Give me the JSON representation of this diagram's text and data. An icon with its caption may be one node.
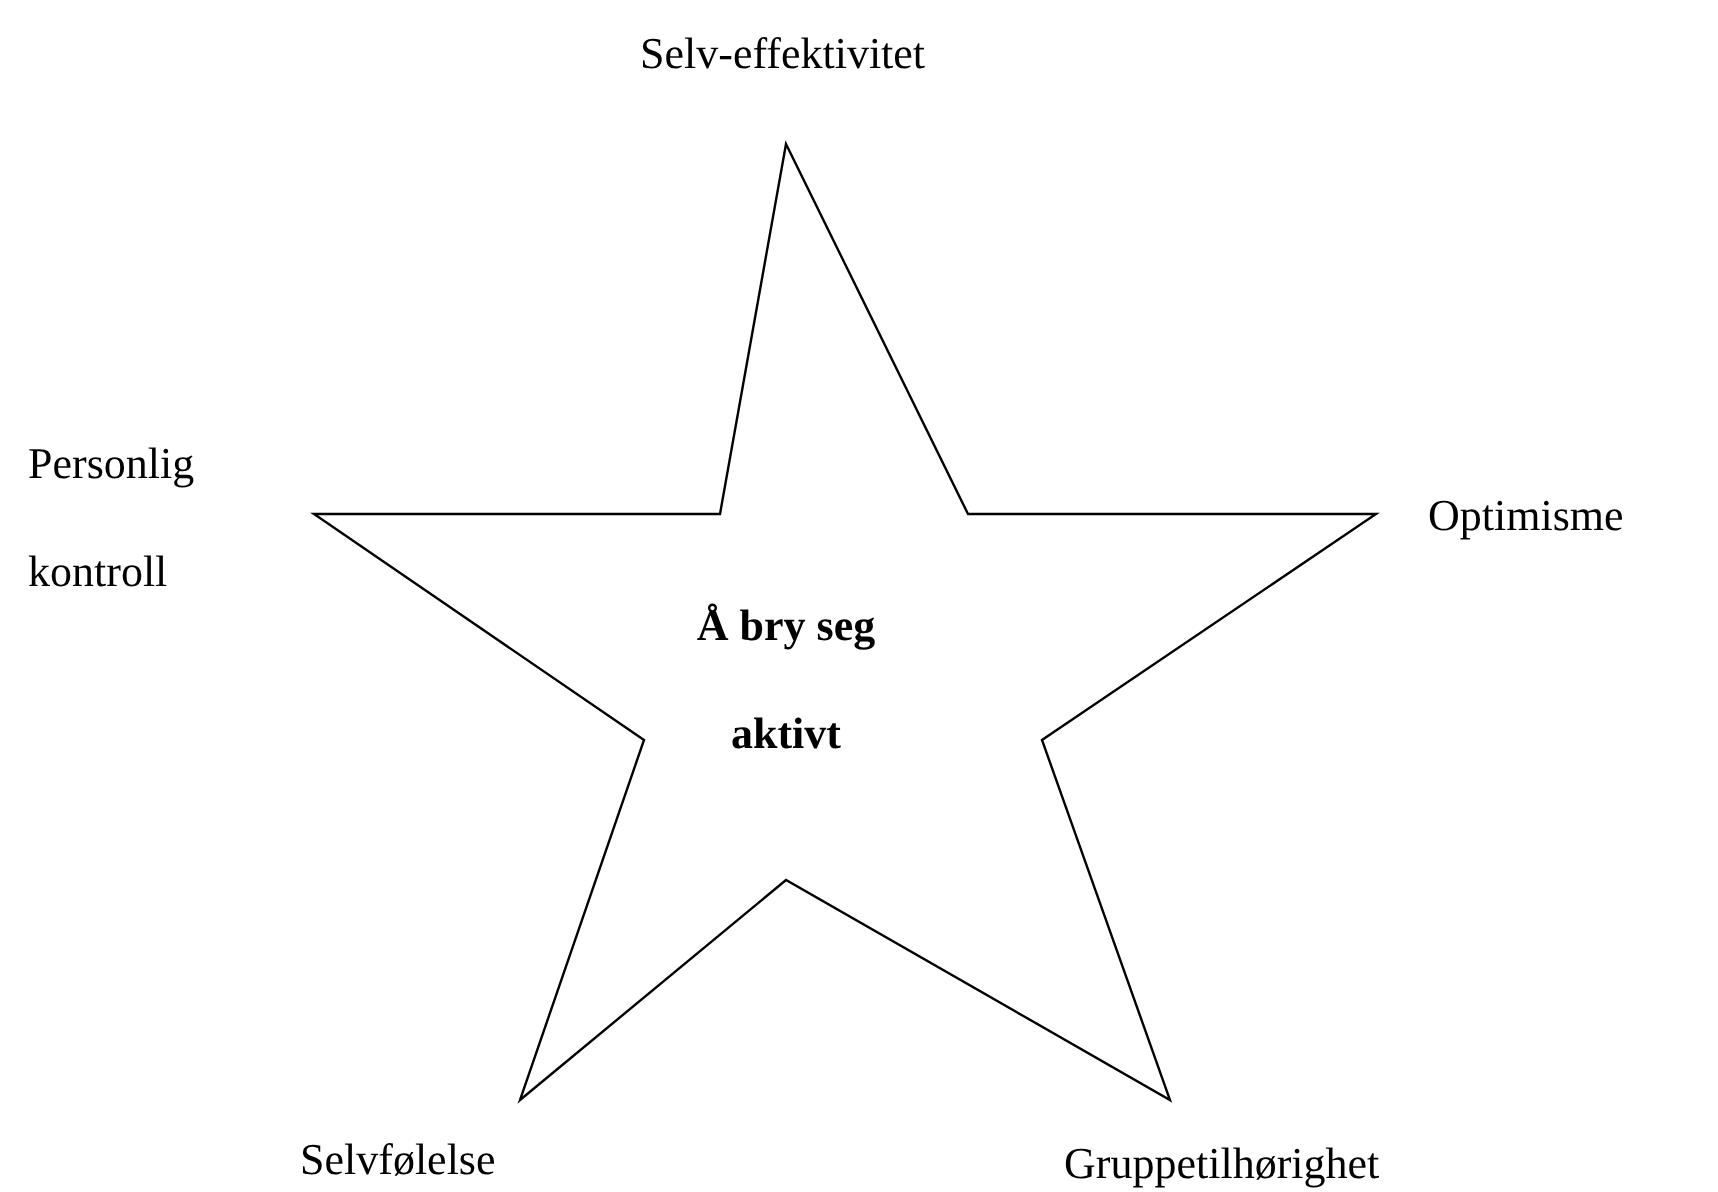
{
  "diagram": {
    "nodes": [
      {
        "text": [
          "Å bry seg aktivt"
        ]
      }
    ],
    "labels": [
      "Selv-effektivitet",
      "Personlig kontroll",
      "Optimisme",
      "Selvfølelse",
      "Gruppetilhørighet"
    ]
  }
}
